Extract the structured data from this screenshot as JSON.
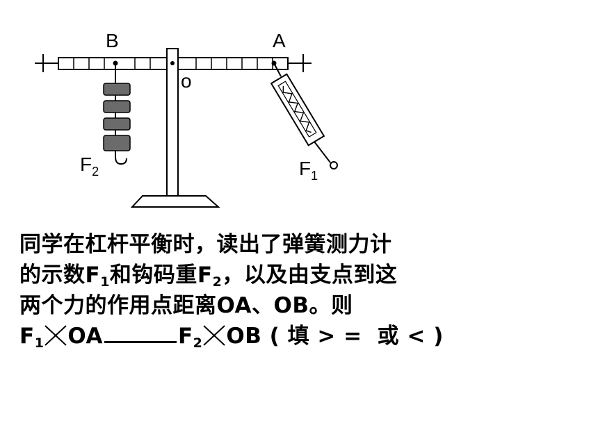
{
  "figure": {
    "label_B": "B",
    "label_A": "A",
    "label_O": "o",
    "force_F2": {
      "letter": "F",
      "sub": "2"
    },
    "force_F1": {
      "letter": "F",
      "sub": "1"
    }
  },
  "problem": {
    "line1": "同学在杠杆平衡时，读出了弹簧测力计",
    "line2_a": "的示数F",
    "line2_sub1": "1",
    "line2_b": "和钩码重F",
    "line2_sub2": "2",
    "line2_c": "，以及由支点到这",
    "line3": "两个力的作用点距离OA、OB。则",
    "line4_f1": "F",
    "line4_f1_sub": "1",
    "line4_oa": "OA",
    "line4_f2": "F",
    "line4_f2_sub": "2",
    "line4_ob": "OB ( 填 > =",
    "line4_end": "或 < )"
  }
}
